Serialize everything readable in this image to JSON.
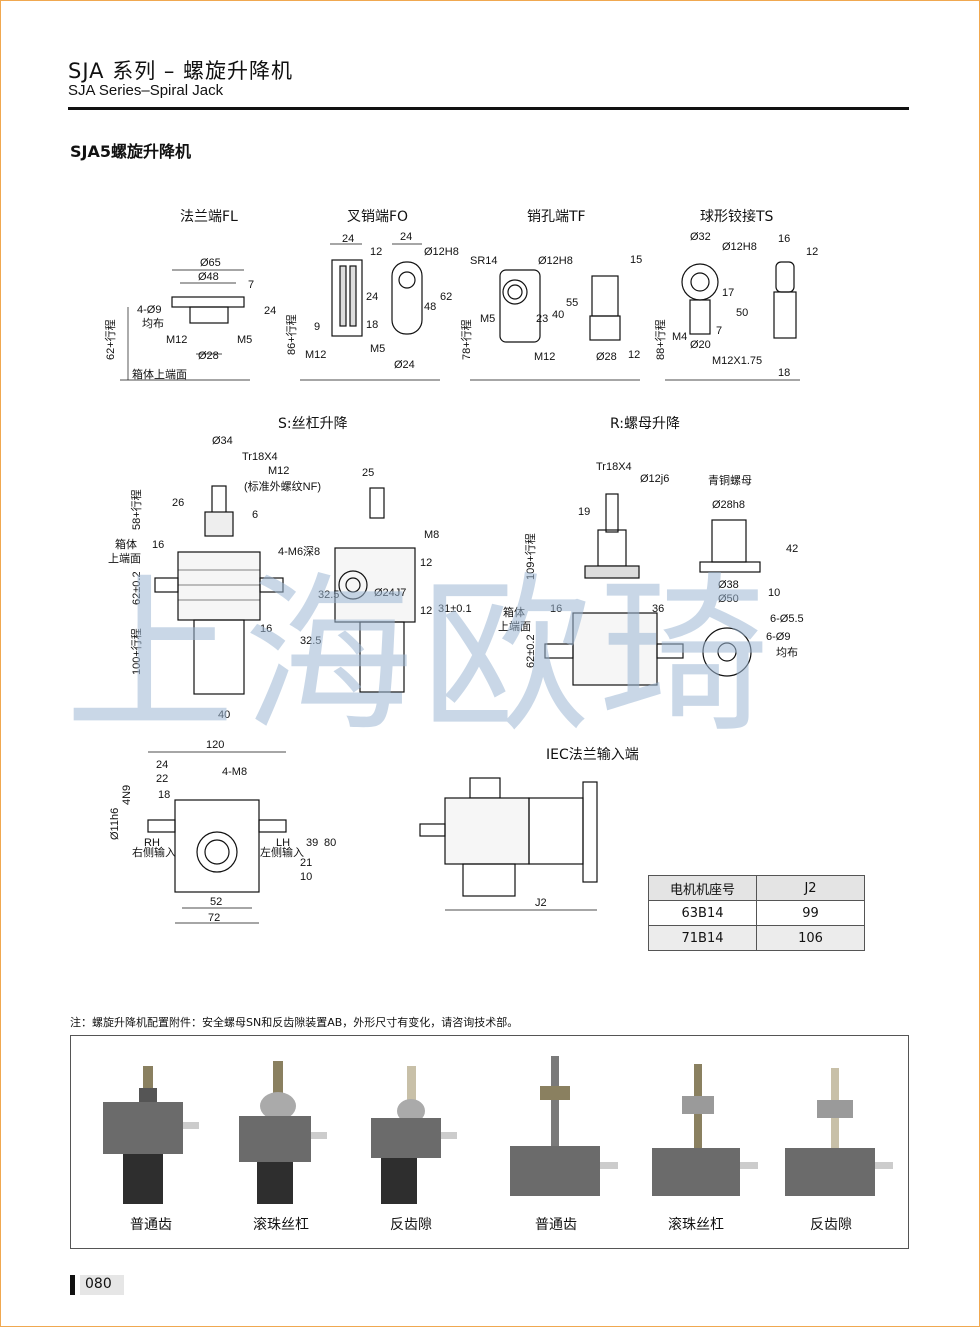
{
  "header": {
    "title_cn": "SJA 系列 – 螺旋升降机",
    "title_en": "SJA Series–Spiral Jack"
  },
  "section_title": "SJA5螺旋升降机",
  "end_types": {
    "fl": "法兰端FL",
    "fo": "叉销端FO",
    "tf": "销孔端TF",
    "ts": "球形铰接TS"
  },
  "views": {
    "s_lift": "S:丝杠升降",
    "r_lift": "R:螺母升降",
    "iec": "IEC法兰输入端"
  },
  "dims": {
    "fl": [
      "Ø65",
      "Ø48",
      "4-Ø9",
      "均布",
      "7",
      "24",
      "62+行程",
      "M12",
      "M5",
      "Ø28",
      "箱体上端面"
    ],
    "fo": [
      "24",
      "12",
      "24",
      "Ø12H8",
      "24",
      "48",
      "62",
      "9",
      "18",
      "86+行程",
      "M12",
      "M5",
      "Ø24"
    ],
    "tf": [
      "SR14",
      "Ø12H8",
      "15",
      "M5",
      "23",
      "40",
      "55",
      "78+行程",
      "M12",
      "Ø28",
      "12"
    ],
    "ts": [
      "Ø32",
      "Ø12H8",
      "16",
      "12",
      "17",
      "50",
      "7",
      "M4",
      "Ø20",
      "88+行程",
      "M12X1.75",
      "18"
    ],
    "s": [
      "Ø34",
      "Tr18X4",
      "M12",
      "(标准外螺纹NF)",
      "26",
      "58+行程",
      "6",
      "16",
      "箱体",
      "上端面",
      "62±0.2",
      "16",
      "100+行程",
      "40",
      "25",
      "M8",
      "4-M6深8",
      "32.5",
      "Ø24J7",
      "12",
      "12",
      "31±0.1",
      "32.5"
    ],
    "r": [
      "Tr18X4",
      "Ø12j6",
      "19",
      "109+行程",
      "16",
      "箱体",
      "上端面",
      "62±0.2",
      "36",
      "青铜螺母",
      "Ø28h8",
      "42",
      "Ø38",
      "Ø50",
      "10",
      "6-Ø5.5",
      "6-Ø9",
      "均布"
    ],
    "top": [
      "120",
      "24",
      "22",
      "18",
      "4-M8",
      "4N9",
      "Ø11h6",
      "RH",
      "右侧输入",
      "LH",
      "左侧输入",
      "39",
      "80",
      "10",
      "21",
      "52",
      "72"
    ],
    "iec": [
      "J2"
    ]
  },
  "motor_table": {
    "headers": [
      "电机机座号",
      "J2"
    ],
    "rows": [
      [
        "63B14",
        "99"
      ],
      [
        "71B14",
        "106"
      ]
    ]
  },
  "note": "注：螺旋升降机配置附件：安全螺母SN和反齿隙装置AB，外形尺寸有变化，请咨询技术部。",
  "products": [
    "普通齿",
    "滚珠丝杠",
    "反齿隙",
    "普通齿",
    "滚珠丝杠",
    "反齿隙"
  ],
  "watermark": "上海欧琦",
  "page_number": "080",
  "colors": {
    "frame": "#f0a850",
    "watermark": "#9db8d4",
    "product_body": "#6b6b6b"
  }
}
